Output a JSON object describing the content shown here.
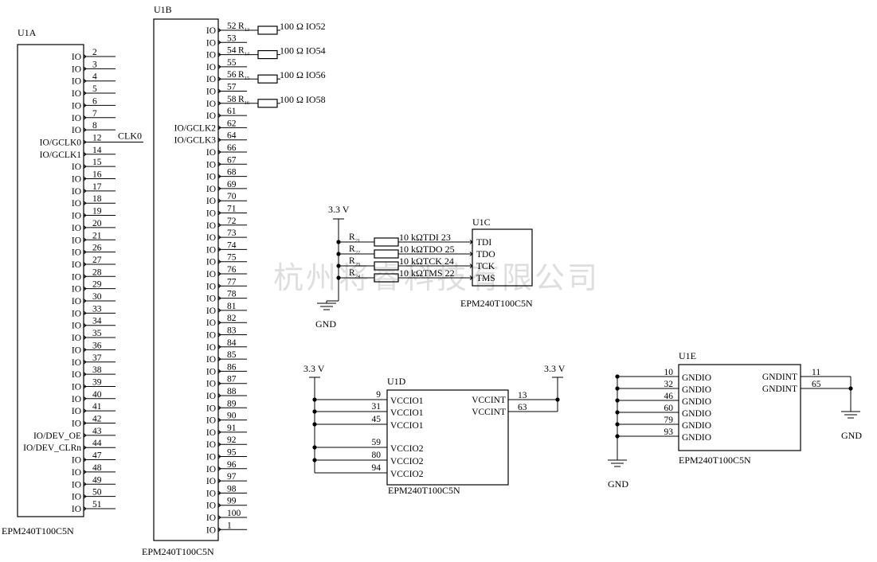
{
  "watermark": "杭州将睿科技有限公司",
  "u1a": {
    "ref": "U1A",
    "part": "EPM240T100C5N",
    "clk_net": "CLK0",
    "pins": [
      {
        "name": "IO",
        "num": "2"
      },
      {
        "name": "IO",
        "num": "3"
      },
      {
        "name": "IO",
        "num": "4"
      },
      {
        "name": "IO",
        "num": "5"
      },
      {
        "name": "IO",
        "num": "6"
      },
      {
        "name": "IO",
        "num": "7"
      },
      {
        "name": "IO",
        "num": "8"
      },
      {
        "name": "IO/GCLK0",
        "num": "12"
      },
      {
        "name": "IO/GCLK1",
        "num": "14"
      },
      {
        "name": "IO",
        "num": "15"
      },
      {
        "name": "IO",
        "num": "16"
      },
      {
        "name": "IO",
        "num": "17"
      },
      {
        "name": "IO",
        "num": "18"
      },
      {
        "name": "IO",
        "num": "19"
      },
      {
        "name": "IO",
        "num": "20"
      },
      {
        "name": "IO",
        "num": "21"
      },
      {
        "name": "IO",
        "num": "26"
      },
      {
        "name": "IO",
        "num": "27"
      },
      {
        "name": "IO",
        "num": "28"
      },
      {
        "name": "IO",
        "num": "29"
      },
      {
        "name": "IO",
        "num": "30"
      },
      {
        "name": "IO",
        "num": "33"
      },
      {
        "name": "IO",
        "num": "34"
      },
      {
        "name": "IO",
        "num": "35"
      },
      {
        "name": "IO",
        "num": "36"
      },
      {
        "name": "IO",
        "num": "37"
      },
      {
        "name": "IO",
        "num": "38"
      },
      {
        "name": "IO",
        "num": "39"
      },
      {
        "name": "IO",
        "num": "40"
      },
      {
        "name": "IO",
        "num": "41"
      },
      {
        "name": "IO",
        "num": "42"
      },
      {
        "name": "IO/DEV_OE",
        "num": "43"
      },
      {
        "name": "IO/DEV_CLRn",
        "num": "44"
      },
      {
        "name": "IO",
        "num": "47"
      },
      {
        "name": "IO",
        "num": "48"
      },
      {
        "name": "IO",
        "num": "49"
      },
      {
        "name": "IO",
        "num": "50"
      },
      {
        "name": "IO",
        "num": "51"
      }
    ]
  },
  "u1b": {
    "ref": "U1B",
    "part": "EPM240T100C5N",
    "pins": [
      {
        "name": "IO",
        "num": "52"
      },
      {
        "name": "IO",
        "num": "53"
      },
      {
        "name": "IO",
        "num": "54"
      },
      {
        "name": "IO",
        "num": "55"
      },
      {
        "name": "IO",
        "num": "56"
      },
      {
        "name": "IO",
        "num": "57"
      },
      {
        "name": "IO",
        "num": "58"
      },
      {
        "name": "IO",
        "num": "61"
      },
      {
        "name": "IO/GCLK2",
        "num": "62"
      },
      {
        "name": "IO/GCLK3",
        "num": "64"
      },
      {
        "name": "IO",
        "num": "66"
      },
      {
        "name": "IO",
        "num": "67"
      },
      {
        "name": "IO",
        "num": "68"
      },
      {
        "name": "IO",
        "num": "69"
      },
      {
        "name": "IO",
        "num": "70"
      },
      {
        "name": "IO",
        "num": "71"
      },
      {
        "name": "IO",
        "num": "72"
      },
      {
        "name": "IO",
        "num": "73"
      },
      {
        "name": "IO",
        "num": "74"
      },
      {
        "name": "IO",
        "num": "75"
      },
      {
        "name": "IO",
        "num": "76"
      },
      {
        "name": "IO",
        "num": "77"
      },
      {
        "name": "IO",
        "num": "78"
      },
      {
        "name": "IO",
        "num": "81"
      },
      {
        "name": "IO",
        "num": "82"
      },
      {
        "name": "IO",
        "num": "83"
      },
      {
        "name": "IO",
        "num": "84"
      },
      {
        "name": "IO",
        "num": "85"
      },
      {
        "name": "IO",
        "num": "86"
      },
      {
        "name": "IO",
        "num": "87"
      },
      {
        "name": "IO",
        "num": "88"
      },
      {
        "name": "IO",
        "num": "89"
      },
      {
        "name": "IO",
        "num": "90"
      },
      {
        "name": "IO",
        "num": "91"
      },
      {
        "name": "IO",
        "num": "92"
      },
      {
        "name": "IO",
        "num": "95"
      },
      {
        "name": "IO",
        "num": "96"
      },
      {
        "name": "IO",
        "num": "97"
      },
      {
        "name": "IO",
        "num": "98"
      },
      {
        "name": "IO",
        "num": "99"
      },
      {
        "name": "IO",
        "num": "100"
      },
      {
        "name": "IO",
        "num": "1"
      }
    ],
    "resistors": [
      {
        "ref": "R",
        "sub": "13",
        "value": "100 Ω",
        "net": "IO52",
        "pin_index": 0
      },
      {
        "ref": "R",
        "sub": "14",
        "value": "100 Ω",
        "net": "IO54",
        "pin_index": 2
      },
      {
        "ref": "R",
        "sub": "15",
        "value": "100 Ω",
        "net": "IO56",
        "pin_index": 4
      },
      {
        "ref": "R",
        "sub": "16",
        "value": "100 Ω",
        "net": "IO58",
        "pin_index": 6
      }
    ]
  },
  "u1c": {
    "ref": "U1C",
    "part": "EPM240T100C5N",
    "supply": "3.3 V",
    "gnd": "GND",
    "pins": [
      {
        "name": "TDI",
        "num": "23",
        "rref": "R",
        "rsub": "21",
        "value": "10 kΩ"
      },
      {
        "name": "TDO",
        "num": "25",
        "rref": "R",
        "rsub": "22",
        "value": "10 kΩ"
      },
      {
        "name": "TCK",
        "num": "24",
        "rref": "R",
        "rsub": "23",
        "value": "10 kΩ"
      },
      {
        "name": "TMS",
        "num": "22",
        "rref": "R",
        "rsub": "24",
        "value": "10 kΩ"
      }
    ]
  },
  "u1d": {
    "ref": "U1D",
    "part": "EPM240T100C5N",
    "supply_left": "3.3 V",
    "supply_right": "3.3 V",
    "left_pins": [
      {
        "name": "VCCIO1",
        "num": "9"
      },
      {
        "name": "VCCIO1",
        "num": "31"
      },
      {
        "name": "VCCIO1",
        "num": "45"
      },
      {
        "name": "VCCIO2",
        "num": "59"
      },
      {
        "name": "VCCIO2",
        "num": "80"
      },
      {
        "name": "VCCIO2",
        "num": "94"
      }
    ],
    "right_pins": [
      {
        "name": "VCCINT",
        "num": "13"
      },
      {
        "name": "VCCINT",
        "num": "63"
      }
    ]
  },
  "u1e": {
    "ref": "U1E",
    "part": "EPM240T100C5N",
    "gnd_left": "GND",
    "gnd_right": "GND",
    "left_pins": [
      {
        "name": "GNDIO",
        "num": "10"
      },
      {
        "name": "GNDIO",
        "num": "32"
      },
      {
        "name": "GNDIO",
        "num": "46"
      },
      {
        "name": "GNDIO",
        "num": "60"
      },
      {
        "name": "GNDIO",
        "num": "79"
      },
      {
        "name": "GNDIO",
        "num": "93"
      }
    ],
    "right_pins": [
      {
        "name": "GNDINT",
        "num": "11"
      },
      {
        "name": "GNDINT",
        "num": "65"
      }
    ]
  }
}
